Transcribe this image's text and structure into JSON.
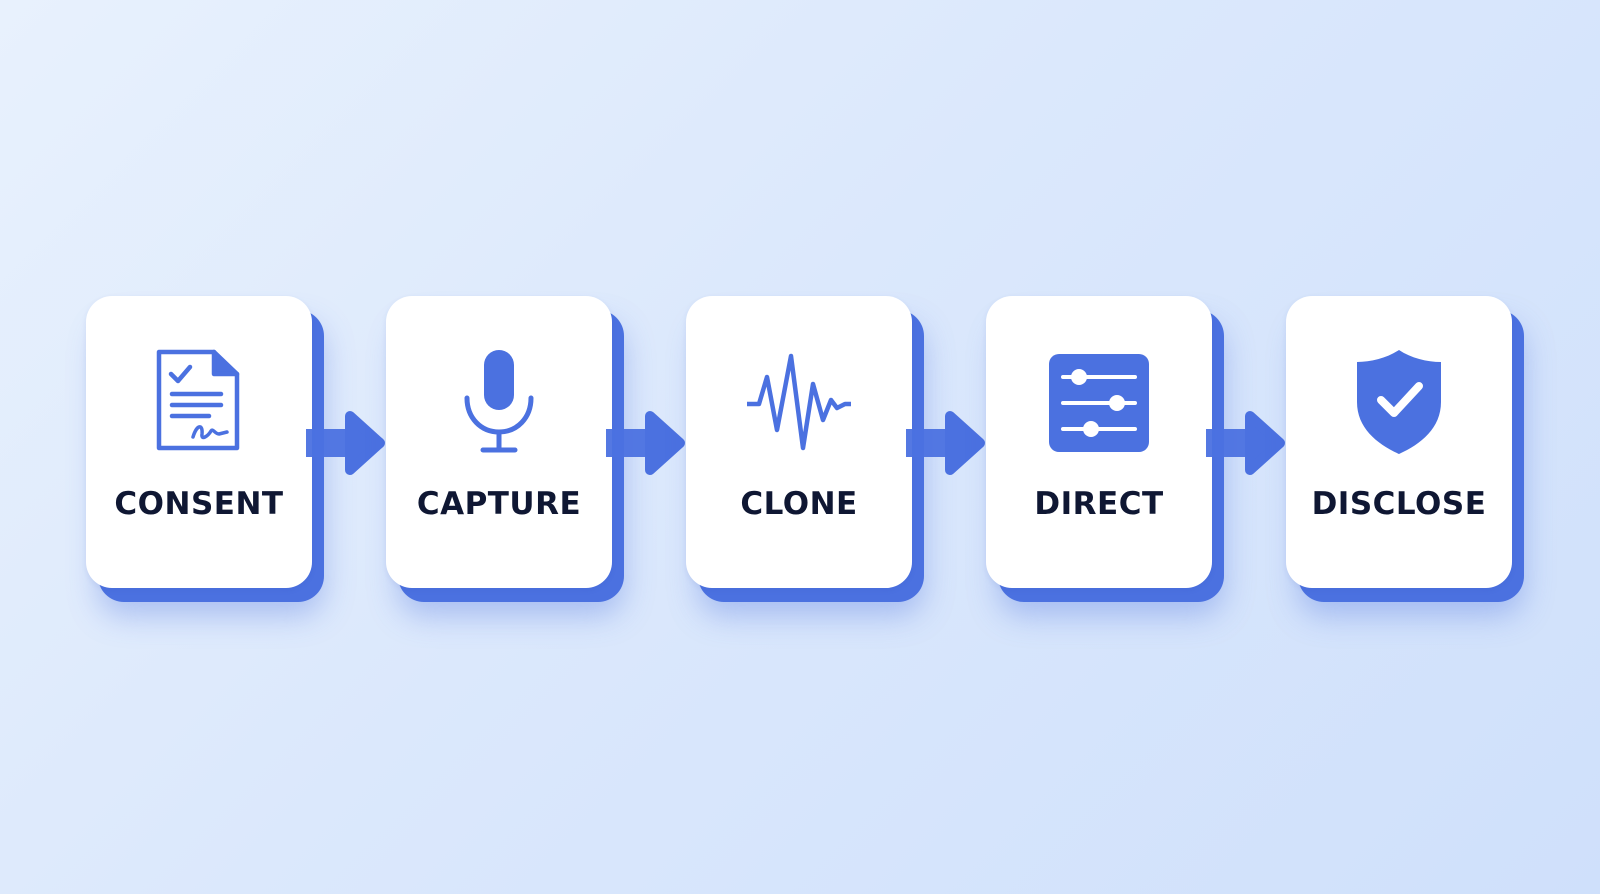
{
  "colors": {
    "accent": "#4b71e0",
    "label": "#0f1733",
    "card": "#ffffff"
  },
  "steps": [
    {
      "label": "CONSENT",
      "icon": "signed-document-icon"
    },
    {
      "label": "CAPTURE",
      "icon": "microphone-icon"
    },
    {
      "label": "CLONE",
      "icon": "waveform-icon"
    },
    {
      "label": "DIRECT",
      "icon": "sliders-icon"
    },
    {
      "label": "DISCLOSE",
      "icon": "shield-check-icon"
    }
  ]
}
